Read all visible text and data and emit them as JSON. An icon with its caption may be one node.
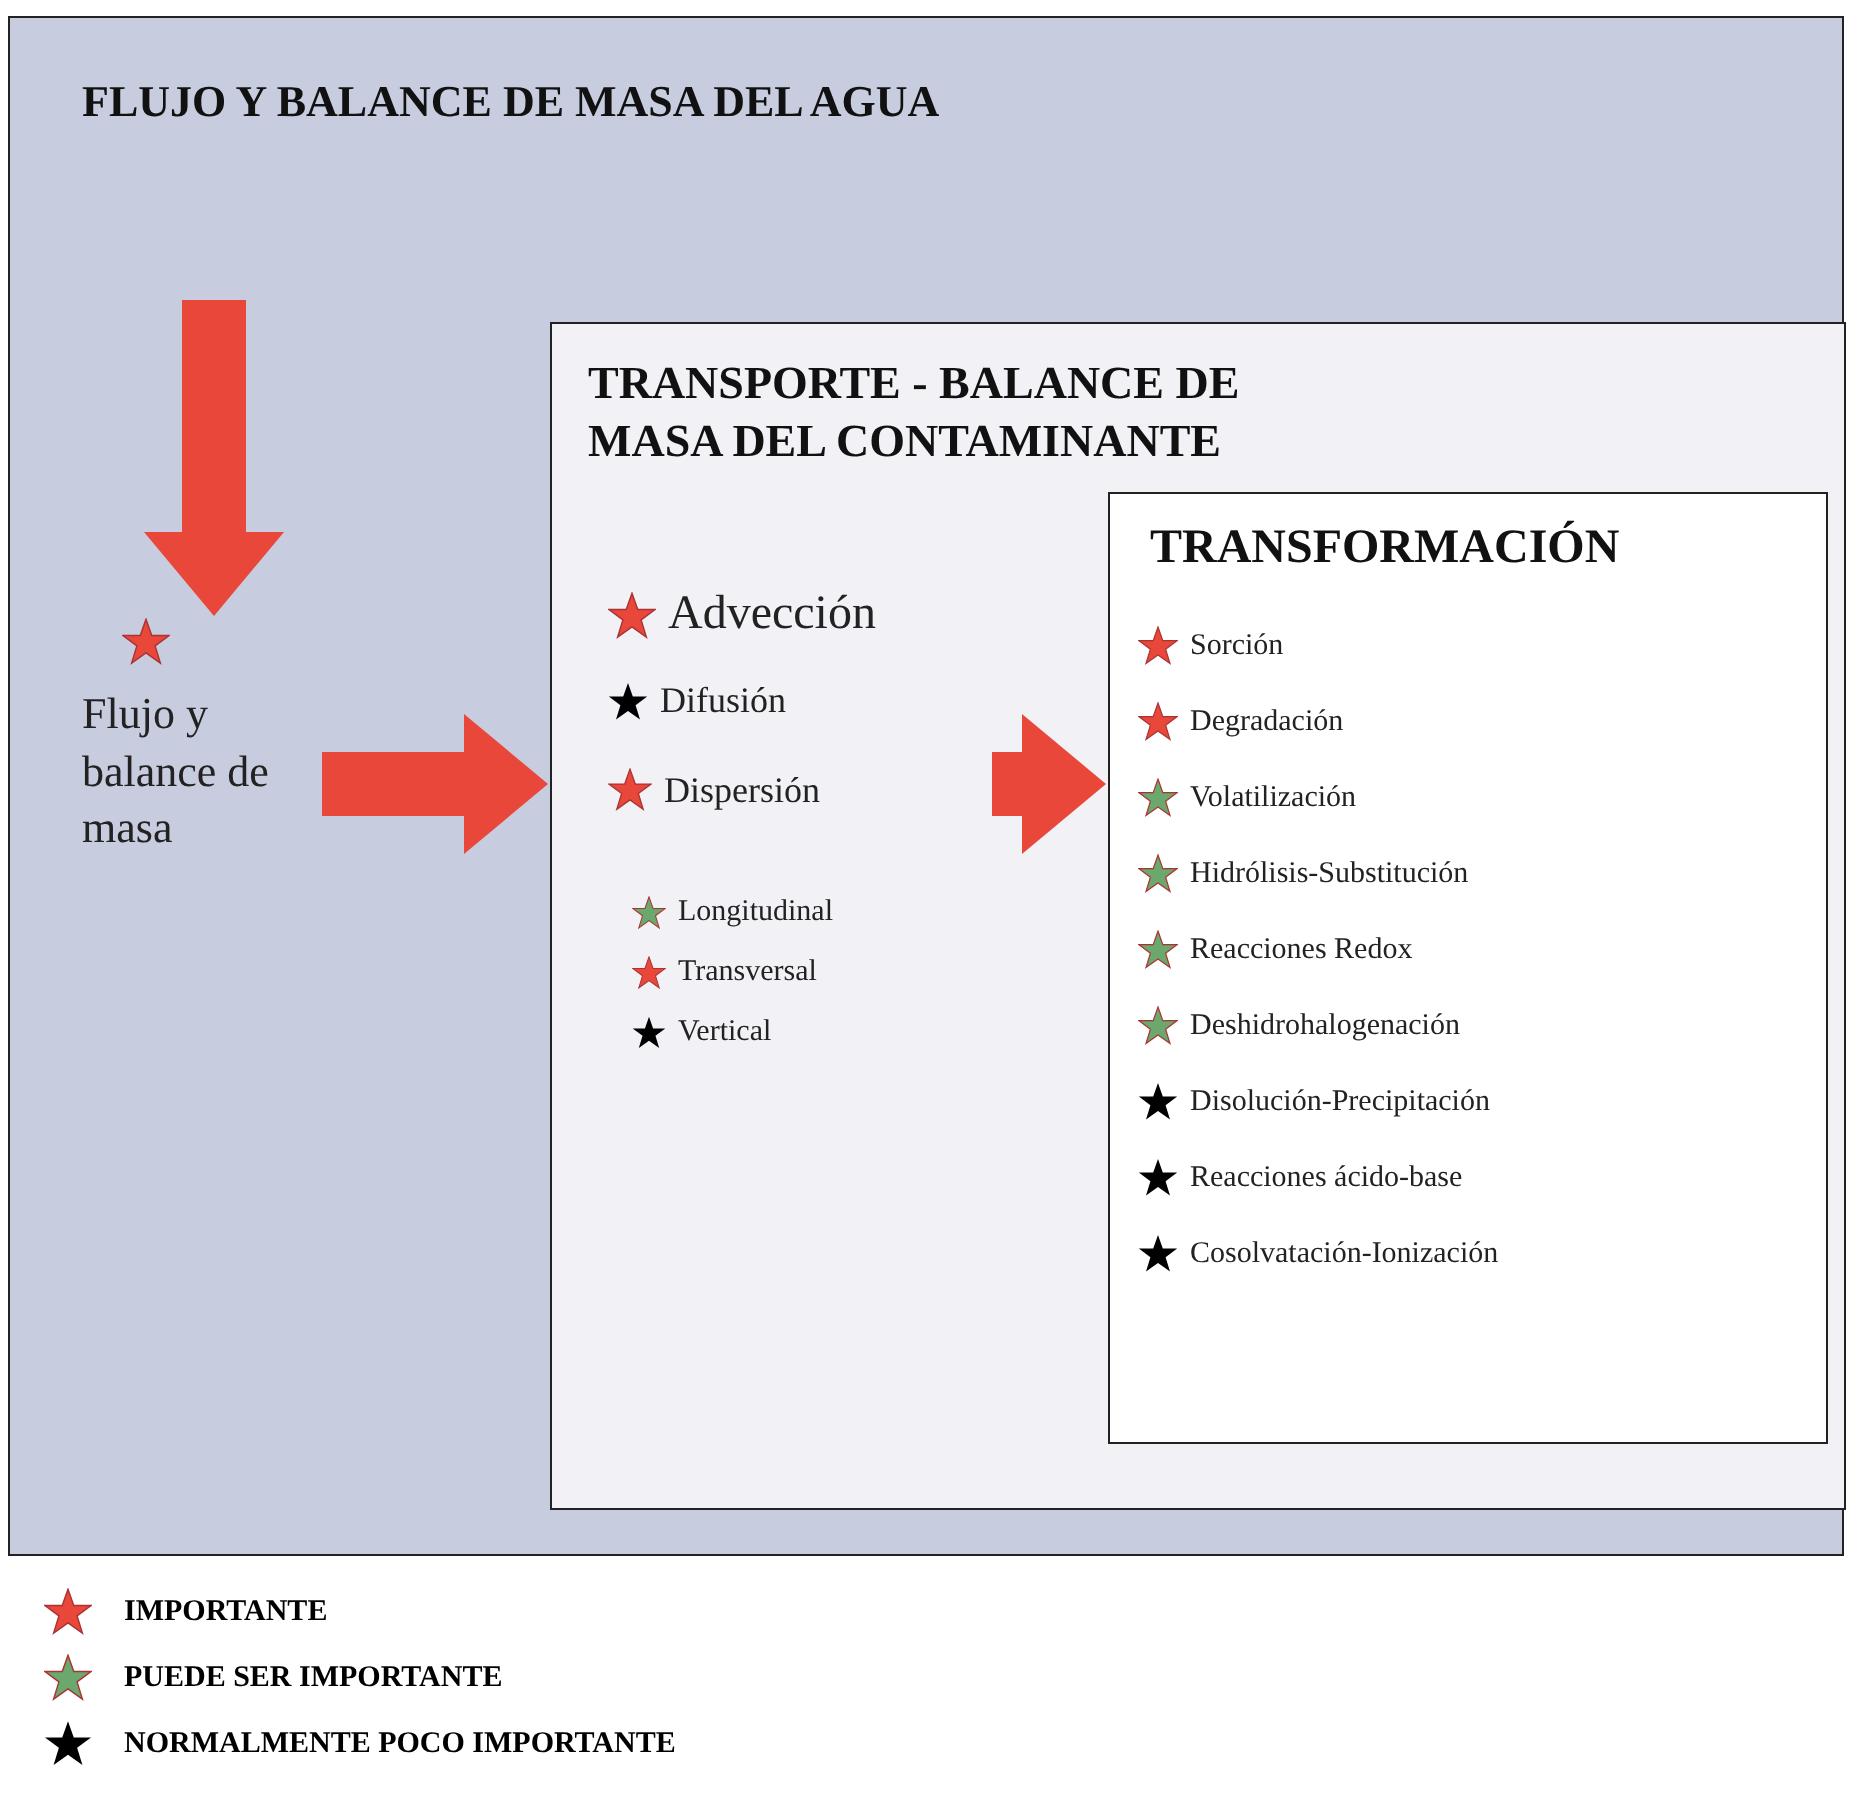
{
  "diagram": {
    "nodes": [
      {
        "text": [
          "FLUJO Y BALANCE DE MASA DEL AGUA"
        ]
      },
      {
        "text": [
          "Flujo y balance de masa"
        ],
        "in": 0
      },
      {
        "text": [
          "TRANSPORTE - BALANCE DE MASA DEL CONTAMINANTE"
        ],
        "in": 0
      },
      {
        "text": [
          "Advección"
        ],
        "in": 2
      },
      {
        "text": [
          "Difusión"
        ],
        "in": 2
      },
      {
        "text": [
          "Dispersión"
        ],
        "in": 2
      },
      {
        "text": [
          "Longitudinal"
        ],
        "in": 2
      },
      {
        "text": [
          "Transversal"
        ],
        "in": 2
      },
      {
        "text": [
          "Vertical"
        ],
        "in": 2
      },
      {
        "text": [
          "TRANSFORMACIÓN"
        ],
        "in": 2
      },
      {
        "text": [
          "Sorción"
        ],
        "in": 9
      },
      {
        "text": [
          "Degradación"
        ],
        "in": 9
      },
      {
        "text": [
          "Volatilización"
        ],
        "in": 9
      },
      {
        "text": [
          "Hidrólisis-Substitución"
        ],
        "in": 9
      },
      {
        "text": [
          "Reacciones Redox"
        ],
        "in": 9
      },
      {
        "text": [
          "Deshidrohalogenación"
        ],
        "in": 9
      },
      {
        "text": [
          "Disolución-Precipitación"
        ],
        "in": 9
      },
      {
        "text": [
          "Reacciones ácido-base"
        ],
        "in": 9
      },
      {
        "text": [
          "Cosolvatación-Ionización"
        ],
        "in": 9
      }
    ],
    "edges": [
      {
        "from": null,
        "to": 1,
        "arrow": "to"
      },
      {
        "from": 1,
        "to": 2,
        "arrow": "to"
      },
      {
        "from": null,
        "to": 9,
        "arrow": "to"
      }
    ],
    "legend": [
      {
        "text": "IMPORTANTE",
        "color": "#e8473a"
      },
      {
        "text": "PUEDE SER IMPORTANTE",
        "color": "#6aa86e"
      },
      {
        "text": "NORMALMENTE POCO IMPORTANTE",
        "color": "#000000"
      }
    ]
  }
}
